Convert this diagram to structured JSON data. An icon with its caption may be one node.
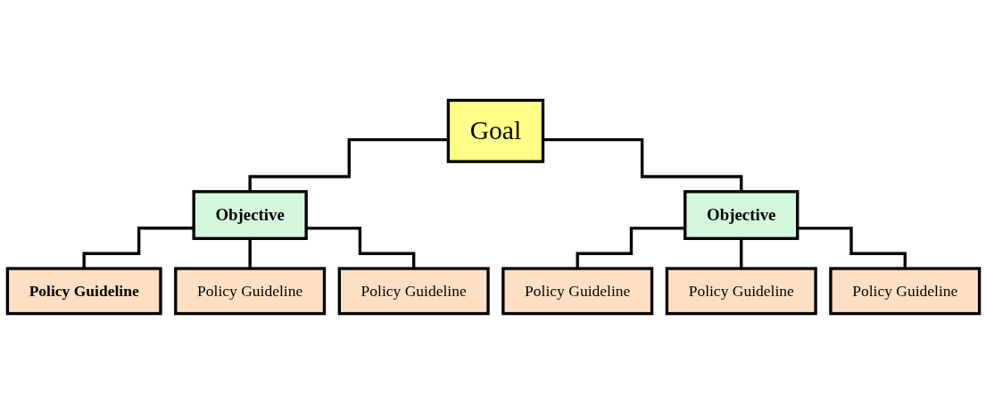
{
  "diagram": {
    "nodes": [
      {
        "text": [
          "Goal"
        ]
      },
      {
        "text": [
          "Objective"
        ]
      },
      {
        "text": [
          "Objective"
        ]
      },
      {
        "text": [
          "Policy Guideline"
        ]
      },
      {
        "text": [
          "Policy Guideline"
        ]
      },
      {
        "text": [
          "Policy Guideline"
        ]
      },
      {
        "text": [
          "Policy Guideline"
        ]
      },
      {
        "text": [
          "Policy Guideline"
        ]
      },
      {
        "text": [
          "Policy Guideline"
        ]
      }
    ],
    "edges": [
      {
        "from": 0,
        "to": 1,
        "arrow": "none"
      },
      {
        "from": 0,
        "to": 2,
        "arrow": "none"
      },
      {
        "from": 1,
        "to": 3,
        "arrow": "none"
      },
      {
        "from": 1,
        "to": 4,
        "arrow": "none"
      },
      {
        "from": 1,
        "to": 5,
        "arrow": "none"
      },
      {
        "from": 2,
        "to": 6,
        "arrow": "none"
      },
      {
        "from": 2,
        "to": 7,
        "arrow": "none"
      },
      {
        "from": 2,
        "to": 8,
        "arrow": "none"
      }
    ]
  }
}
